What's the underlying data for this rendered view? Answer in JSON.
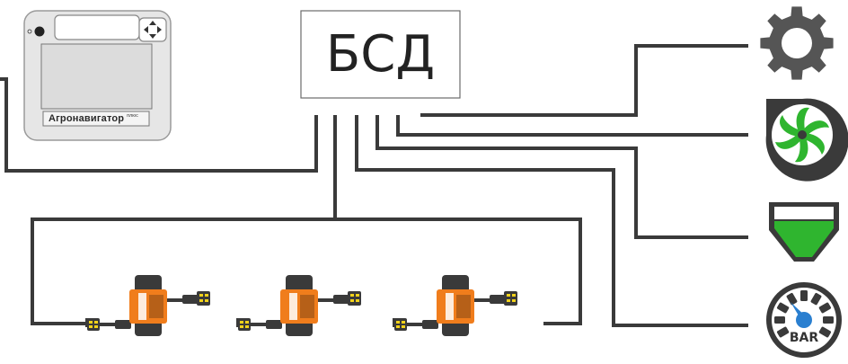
{
  "controller": {
    "label": "БСД"
  },
  "navigator": {
    "brand": "Агронавигатор",
    "model": "плюс"
  },
  "gauge": {
    "unit": "BAR"
  },
  "sensors": {
    "count": 3
  },
  "colors": {
    "line": "#3a3a3a",
    "green": "#2fb52f",
    "orange": "#f07d1c",
    "gear": "#555555"
  }
}
